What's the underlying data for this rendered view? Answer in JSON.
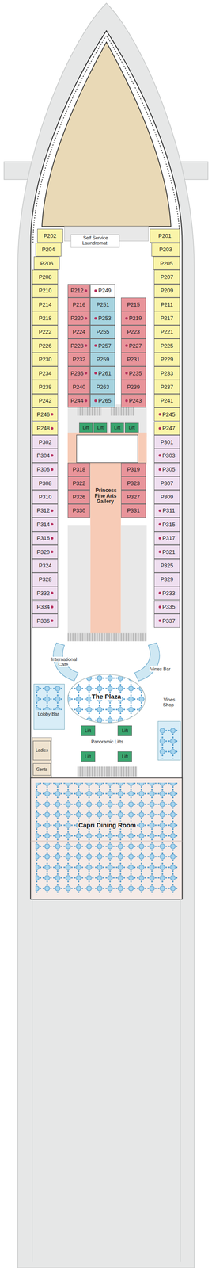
{
  "diagram": {
    "nodes": [
      {
        "text": [
          "P202"
        ]
      },
      {
        "text": [
          "P204"
        ]
      },
      {
        "text": [
          "P206"
        ]
      },
      {
        "text": [
          "P208"
        ]
      },
      {
        "text": [
          "P210"
        ]
      },
      {
        "text": [
          "P214"
        ]
      },
      {
        "text": [
          "P218"
        ]
      },
      {
        "text": [
          "P222"
        ]
      },
      {
        "text": [
          "P226"
        ]
      },
      {
        "text": [
          "P230"
        ]
      },
      {
        "text": [
          "P234"
        ]
      },
      {
        "text": [
          "P238"
        ]
      },
      {
        "text": [
          "P242"
        ]
      },
      {
        "text": [
          "P246"
        ]
      },
      {
        "text": [
          "P248"
        ]
      },
      {
        "text": [
          "P302"
        ]
      },
      {
        "text": [
          "P304"
        ]
      },
      {
        "text": [
          "P306"
        ]
      },
      {
        "text": [
          "P308"
        ]
      },
      {
        "text": [
          "P310"
        ]
      },
      {
        "text": [
          "P312"
        ]
      },
      {
        "text": [
          "P314"
        ]
      },
      {
        "text": [
          "P316"
        ]
      },
      {
        "text": [
          "P320"
        ]
      },
      {
        "text": [
          "P324"
        ]
      },
      {
        "text": [
          "P328"
        ]
      },
      {
        "text": [
          "P332"
        ]
      },
      {
        "text": [
          "P334"
        ]
      },
      {
        "text": [
          "P336"
        ]
      },
      {
        "text": [
          "P201"
        ]
      },
      {
        "text": [
          "P203"
        ]
      },
      {
        "text": [
          "P205"
        ]
      },
      {
        "text": [
          "P207"
        ]
      },
      {
        "text": [
          "P209"
        ]
      },
      {
        "text": [
          "P211"
        ]
      },
      {
        "text": [
          "P217"
        ]
      },
      {
        "text": [
          "P221"
        ]
      },
      {
        "text": [
          "P225"
        ]
      },
      {
        "text": [
          "P229"
        ]
      },
      {
        "text": [
          "P233"
        ]
      },
      {
        "text": [
          "P237"
        ]
      },
      {
        "text": [
          "P241"
        ]
      },
      {
        "text": [
          "P245"
        ]
      },
      {
        "text": [
          "P247"
        ]
      },
      {
        "text": [
          "P301"
        ]
      },
      {
        "text": [
          "P303"
        ]
      },
      {
        "text": [
          "P305"
        ]
      },
      {
        "text": [
          "P307"
        ]
      },
      {
        "text": [
          "P309"
        ]
      },
      {
        "text": [
          "P311"
        ]
      },
      {
        "text": [
          "P315"
        ]
      },
      {
        "text": [
          "P317"
        ]
      },
      {
        "text": [
          "P321"
        ]
      },
      {
        "text": [
          "P325"
        ]
      },
      {
        "text": [
          "P329"
        ]
      },
      {
        "text": [
          "P333"
        ]
      },
      {
        "text": [
          "P335"
        ]
      },
      {
        "text": [
          "P337"
        ]
      },
      {
        "text": [
          "P212"
        ]
      },
      {
        "text": [
          "P216"
        ]
      },
      {
        "text": [
          "P220"
        ]
      },
      {
        "text": [
          "P224"
        ]
      },
      {
        "text": [
          "P228"
        ]
      },
      {
        "text": [
          "P232"
        ]
      },
      {
        "text": [
          "P236"
        ]
      },
      {
        "text": [
          "P240"
        ]
      },
      {
        "text": [
          "P244"
        ]
      },
      {
        "text": [
          "P249"
        ]
      },
      {
        "text": [
          "P251"
        ]
      },
      {
        "text": [
          "P253"
        ]
      },
      {
        "text": [
          "P255"
        ]
      },
      {
        "text": [
          "P257"
        ]
      },
      {
        "text": [
          "P259"
        ]
      },
      {
        "text": [
          "P261"
        ]
      },
      {
        "text": [
          "P263"
        ]
      },
      {
        "text": [
          "P265"
        ]
      },
      {
        "text": [
          "P215"
        ]
      },
      {
        "text": [
          "P219"
        ]
      },
      {
        "text": [
          "P223"
        ]
      },
      {
        "text": [
          "P227"
        ]
      },
      {
        "text": [
          "P231"
        ]
      },
      {
        "text": [
          "P235"
        ]
      },
      {
        "text": [
          "P239"
        ]
      },
      {
        "text": [
          "P243"
        ]
      },
      {
        "text": [
          "P318"
        ]
      },
      {
        "text": [
          "P322"
        ]
      },
      {
        "text": [
          "P326"
        ]
      },
      {
        "text": [
          "P330"
        ]
      },
      {
        "text": [
          "P319"
        ]
      },
      {
        "text": [
          "P323"
        ]
      },
      {
        "text": [
          "P327"
        ]
      },
      {
        "text": [
          "P331"
        ]
      },
      {
        "text": [
          "Lift"
        ]
      },
      {
        "text": [
          "Lift"
        ]
      },
      {
        "text": [
          "Lift"
        ]
      },
      {
        "text": [
          "Lift"
        ]
      },
      {
        "text": [
          "Lift"
        ]
      },
      {
        "text": [
          "Lift"
        ]
      },
      {
        "text": [
          "Lift"
        ]
      },
      {
        "text": [
          "Lift"
        ]
      },
      {
        "text": [
          "Ladies"
        ]
      },
      {
        "text": [
          "Gents"
        ]
      }
    ],
    "labels": [
      "Self Service Laundromat",
      "Princess Fine Arts Gallery",
      "International Café",
      "Vines Bar",
      "The Plaza",
      "Vines Shop",
      "Lobby Bar",
      "Panoramic Lifts",
      "Capri Dining Room"
    ]
  }
}
